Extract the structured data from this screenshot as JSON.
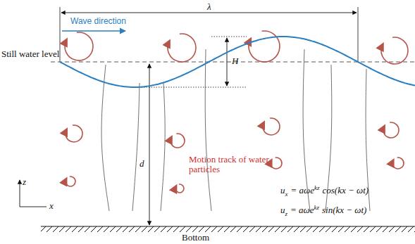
{
  "diagram": {
    "labels": [
      "Wave direction",
      "λ",
      "Still water level",
      "H",
      "d",
      "Motion track of water particles",
      "z",
      "x",
      "u",
      "x",
      "= aωe",
      "kz",
      "cos(kx − ωt)",
      "u",
      "z",
      "= aωe",
      "kz",
      "sin(kx − ωt)",
      "Bottom"
    ]
  }
}
